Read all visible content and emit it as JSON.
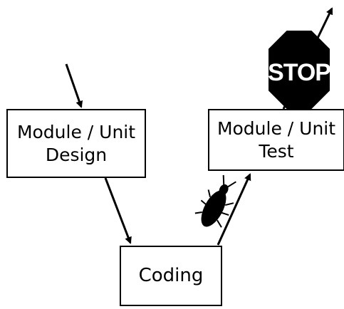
{
  "boxes": {
    "design": {
      "line1": "Module / Unit",
      "line2": "Design"
    },
    "test": {
      "line1": "Module / Unit",
      "line2": "Test"
    },
    "coding": {
      "label": "Coding"
    }
  },
  "stop_sign": {
    "text": "STOP",
    "color": "#000000",
    "text_color": "#ffffff"
  },
  "icons": [
    "bug-icon",
    "stop-sign-icon"
  ],
  "colors": {
    "line": "#000000",
    "background": "#ffffff"
  }
}
